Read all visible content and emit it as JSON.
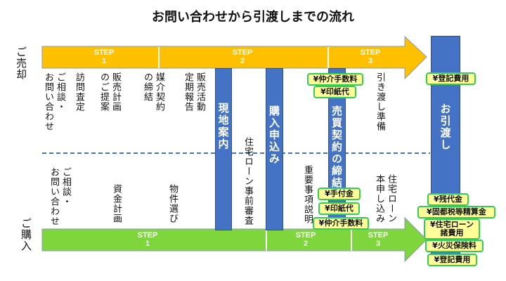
{
  "title": "お問い合わせから引渡しまでの流れ",
  "colors": {
    "sell_arrow": "#ffc000",
    "buy_arrow": "#7ed63c",
    "milestone": "#4472c4",
    "tag_bg": "#ffff99",
    "tag_border": "#33cc55"
  },
  "sell": {
    "label": "ご売却",
    "steps": [
      "STEP\n1",
      "STEP\n2",
      "STEP\n3"
    ],
    "items": [
      "ご相談・\nお問い合わせ",
      "訪問査定",
      "販売計画\nのご提案",
      "媒介契約\nの締結",
      "販売活動\n定期報告",
      "引き渡し準備"
    ],
    "tags_contract": [
      "¥仲介手数料",
      "¥印紙代"
    ],
    "tags_handover": [
      "¥登記費用"
    ]
  },
  "milestones": [
    "現地案内",
    "購入申込み",
    "売買契約の締結",
    "お引渡し"
  ],
  "buy": {
    "label": "ご購入",
    "steps": [
      "STEP\n1",
      "STEP\n2",
      "STEP\n3"
    ],
    "items": [
      "ご相談・\nお問い合わせ",
      "資金計画",
      "物件選び",
      "住宅ローン事前審査",
      "重要事項説明",
      "住宅ローン\n本申し込み"
    ],
    "tags_contract": [
      "¥手付金",
      "¥印紙代",
      "¥仲介手数料"
    ],
    "tags_handover": [
      "¥残代金",
      "¥固都税等精算金",
      "¥住宅ローン\n諸費用",
      "¥火災保険料",
      "¥登記費用"
    ]
  }
}
